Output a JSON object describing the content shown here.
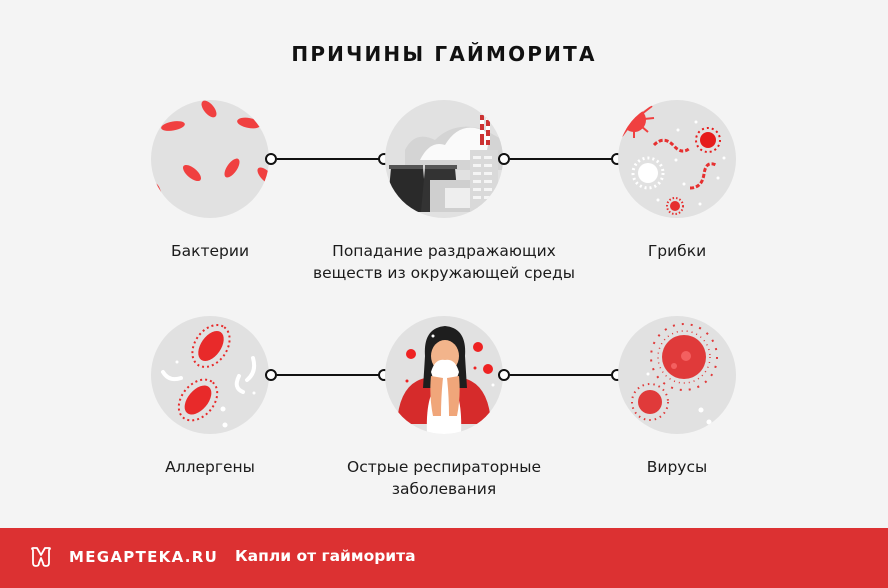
{
  "title": "ПРИЧИНЫ ГАЙМОРИТА",
  "colors": {
    "background": "#f4f4f4",
    "circle": "#e1e1e1",
    "accent_red": "#dc3132",
    "illustration_red": "#f04040",
    "line": "#111111"
  },
  "causes": [
    {
      "label": "Бактерии",
      "icon": "bacteria-icon"
    },
    {
      "label": "Попадание раздражающих веществ из окружающей среды",
      "line1": "Попадание раздражающих",
      "line2": "веществ из окружающей среды",
      "icon": "factory-icon"
    },
    {
      "label": "Грибки",
      "icon": "fungi-icon"
    },
    {
      "label": "Аллергены",
      "icon": "allergens-icon"
    },
    {
      "label": "Острые респираторные заболевания",
      "line1": "Острые респираторные",
      "line2": "заболевания",
      "icon": "sneezing-woman-icon"
    },
    {
      "label": "Вирусы",
      "icon": "virus-icon"
    }
  ],
  "footer": {
    "brand": "MEGAPTEKA.RU",
    "link": "Капли от гайморита",
    "logo_icon": "megapteka-logo-icon"
  }
}
